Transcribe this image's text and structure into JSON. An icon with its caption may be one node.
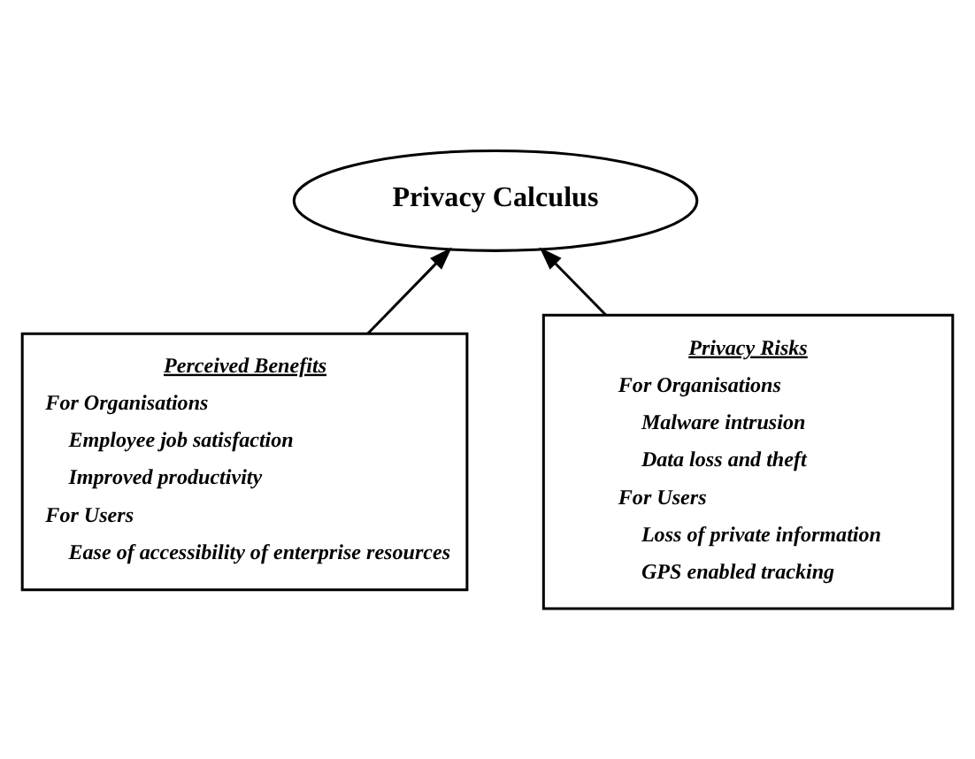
{
  "diagram": {
    "nodes": [
      {
        "text": [
          "Privacy Calculus"
        ]
      },
      {
        "text": [
          "Perceived Benefits",
          "For Organisations",
          "Employee job satisfaction",
          "Improved productivity",
          "For Users",
          "Ease of accessibility of enterprise resources"
        ]
      },
      {
        "text": [
          "Privacy Risks",
          "For Organisations",
          "Malware intrusion",
          "Data loss and theft",
          "For Users",
          "Loss of private information",
          "GPS enabled tracking"
        ]
      }
    ],
    "edges": [
      {
        "from": 1,
        "to": 0,
        "arrow": "to"
      },
      {
        "from": 2,
        "to": 0,
        "arrow": "to"
      }
    ]
  }
}
